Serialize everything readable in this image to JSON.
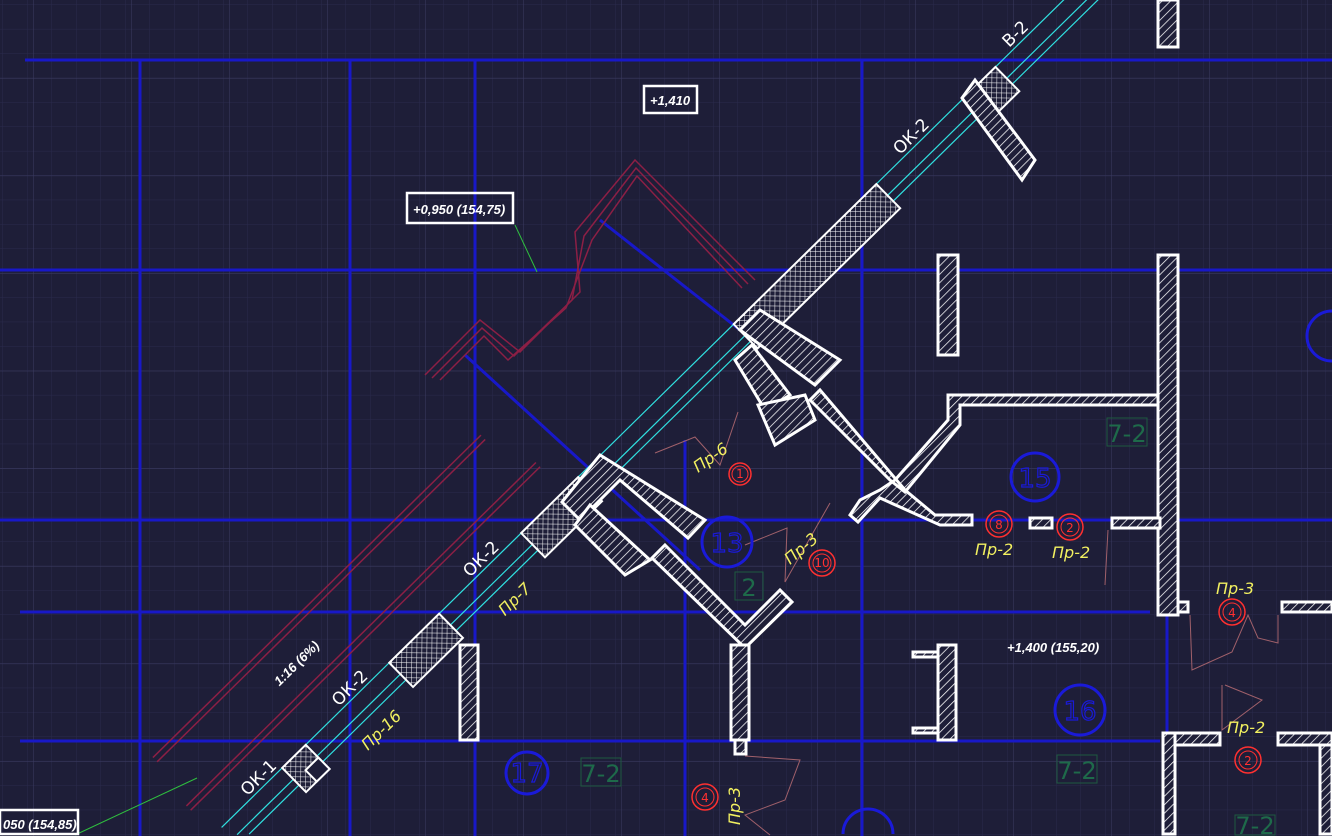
{
  "levels": {
    "top": "+1,410",
    "ramp_top": "+0,950 (154,75)",
    "room": "+1,400 (155,20)",
    "bottom_left": "050 (154,85)"
  },
  "slope": "1:16 (6%)",
  "windows": [
    "ОК-1",
    "ОК-2",
    "ОК-2",
    "ОК-2",
    "В-2"
  ],
  "openings": [
    "Пр-16",
    "Пр-7",
    "Пр-6",
    "Пр-3",
    "Пр-2",
    "Пр-2",
    "Пр-3",
    "Пр-2",
    "Пр-3"
  ],
  "room_numbers": [
    "15",
    "13",
    "17",
    "16"
  ],
  "door_marks": [
    "1",
    "10",
    "8",
    "2",
    "4",
    "2",
    "4"
  ],
  "zone_tags": [
    "7-2",
    "7-2",
    "7-2",
    "7-2",
    "2"
  ],
  "colors": {
    "background": "#1e1e38",
    "axis": "#1818c8",
    "wall": "#ffffff",
    "opening_label": "#f2f060",
    "door_mark": "#ff3030",
    "ramp": "#8c1f45",
    "window": "#30e0e0"
  }
}
